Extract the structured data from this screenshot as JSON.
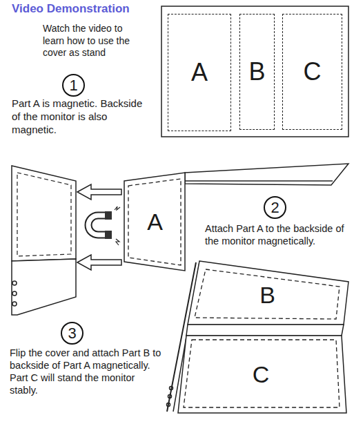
{
  "diagram": {
    "title": "Video Demonstration",
    "nodes": [
      {
        "text": [
          "1"
        ]
      },
      {
        "text": [
          "A"
        ]
      },
      {
        "text": [
          "B"
        ]
      },
      {
        "text": [
          "C"
        ]
      },
      {
        "text": [
          "A"
        ]
      },
      {
        "text": [
          "2"
        ]
      },
      {
        "text": [
          "B"
        ]
      },
      {
        "text": [
          "C"
        ]
      },
      {
        "text": [
          "3"
        ]
      }
    ],
    "labels": [
      "Watch the video to learn how to use the cover as stand",
      "Part A is magnetic. Backside of the monitor is also magnetic.",
      "Attach Part A to the backside of the monitor magnetically.",
      "Flip the cover and attach Part B to backside of Part A magnetically. Part C will stand the monitor stably."
    ]
  }
}
